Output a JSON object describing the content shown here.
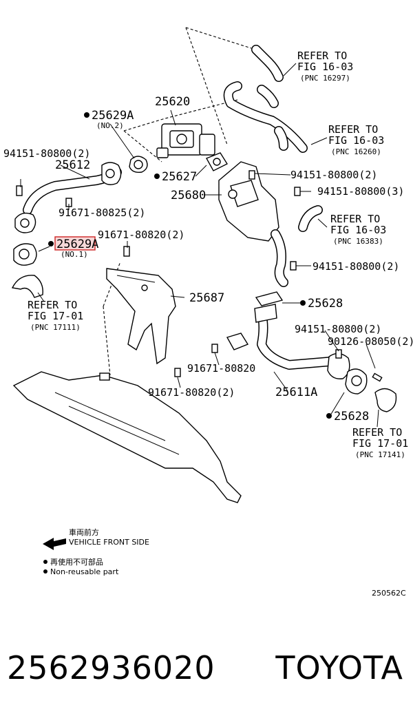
{
  "callouts": {
    "refer_1603_a": {
      "line1": "REFER TO",
      "line2": "FIG 16-03",
      "line3": "(PNC 16297)"
    },
    "refer_1603_b": {
      "line1": "REFER TO",
      "line2": "FIG 16-03",
      "line3": "(PNC 16260)"
    },
    "refer_1603_c": {
      "line1": "REFER TO",
      "line2": "FIG 16-03",
      "line3": "(PNC 16383)"
    },
    "refer_1701_a": {
      "line1": "REFER TO",
      "line2": "FIG 17-01",
      "line3": "(PNC 17111)"
    },
    "refer_1701_b": {
      "line1": "REFER TO",
      "line2": "FIG 17-01",
      "line3": "(PNC 17141)"
    }
  },
  "parts": {
    "p25620": "25620",
    "p25629a_top": "25629A",
    "p25629a_top_note": "(NO.2)",
    "p25629a_sel": "25629A",
    "p25629a_sel_note": "(NO.1)",
    "p25612": "25612",
    "p25627": "25627",
    "p25680": "25680",
    "p25687": "25687",
    "p25628_a": "25628",
    "p25628_b": "25628",
    "p25611a": "25611A",
    "b94151_1": "94151-80800(2)",
    "b94151_2": "94151-80800(2)",
    "b94151_3": "94151-80800(3)",
    "b94151_4": "94151-80800(2)",
    "b94151_5": "94151-80800(2)",
    "b91671_825": "91671-80825(2)",
    "b91671_820a": "91671-80820(2)",
    "b91671_820b": "91671-80820",
    "b91671_820c": "91671-80820(2)",
    "b90126": "90126-08050(2)"
  },
  "legend": {
    "front_jp": "車両前方",
    "front_en": "VEHICLE FRONT SIDE",
    "nonreuse_jp": "再使用不可部品",
    "nonreuse_en": "Non-reusable part"
  },
  "diagram_code": "250562C",
  "footer": {
    "part_number": "2562936020",
    "brand": "TOYOTA"
  },
  "colors": {
    "highlight_fill": "#f6d8d8",
    "highlight_stroke": "#d03030"
  }
}
